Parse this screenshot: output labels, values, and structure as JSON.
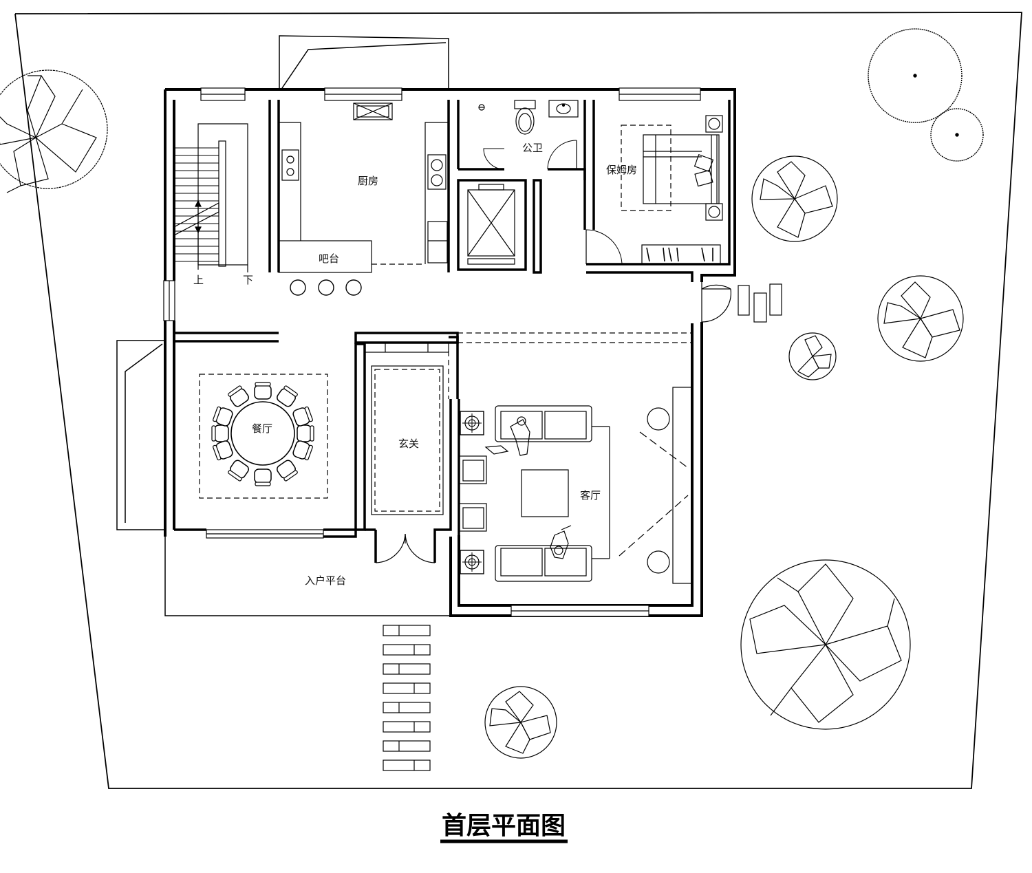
{
  "title": "首层平面图",
  "rooms": {
    "kitchen": "厨房",
    "bar": "吧台",
    "public_wc": "公卫",
    "nanny_room": "保姆房",
    "dining": "餐厅",
    "foyer": "玄关",
    "living": "客厅",
    "entry_platform": "入户平台"
  },
  "stairs": {
    "up": "上",
    "down": "下"
  },
  "colors": {
    "line": "#000000",
    "background": "#ffffff"
  }
}
